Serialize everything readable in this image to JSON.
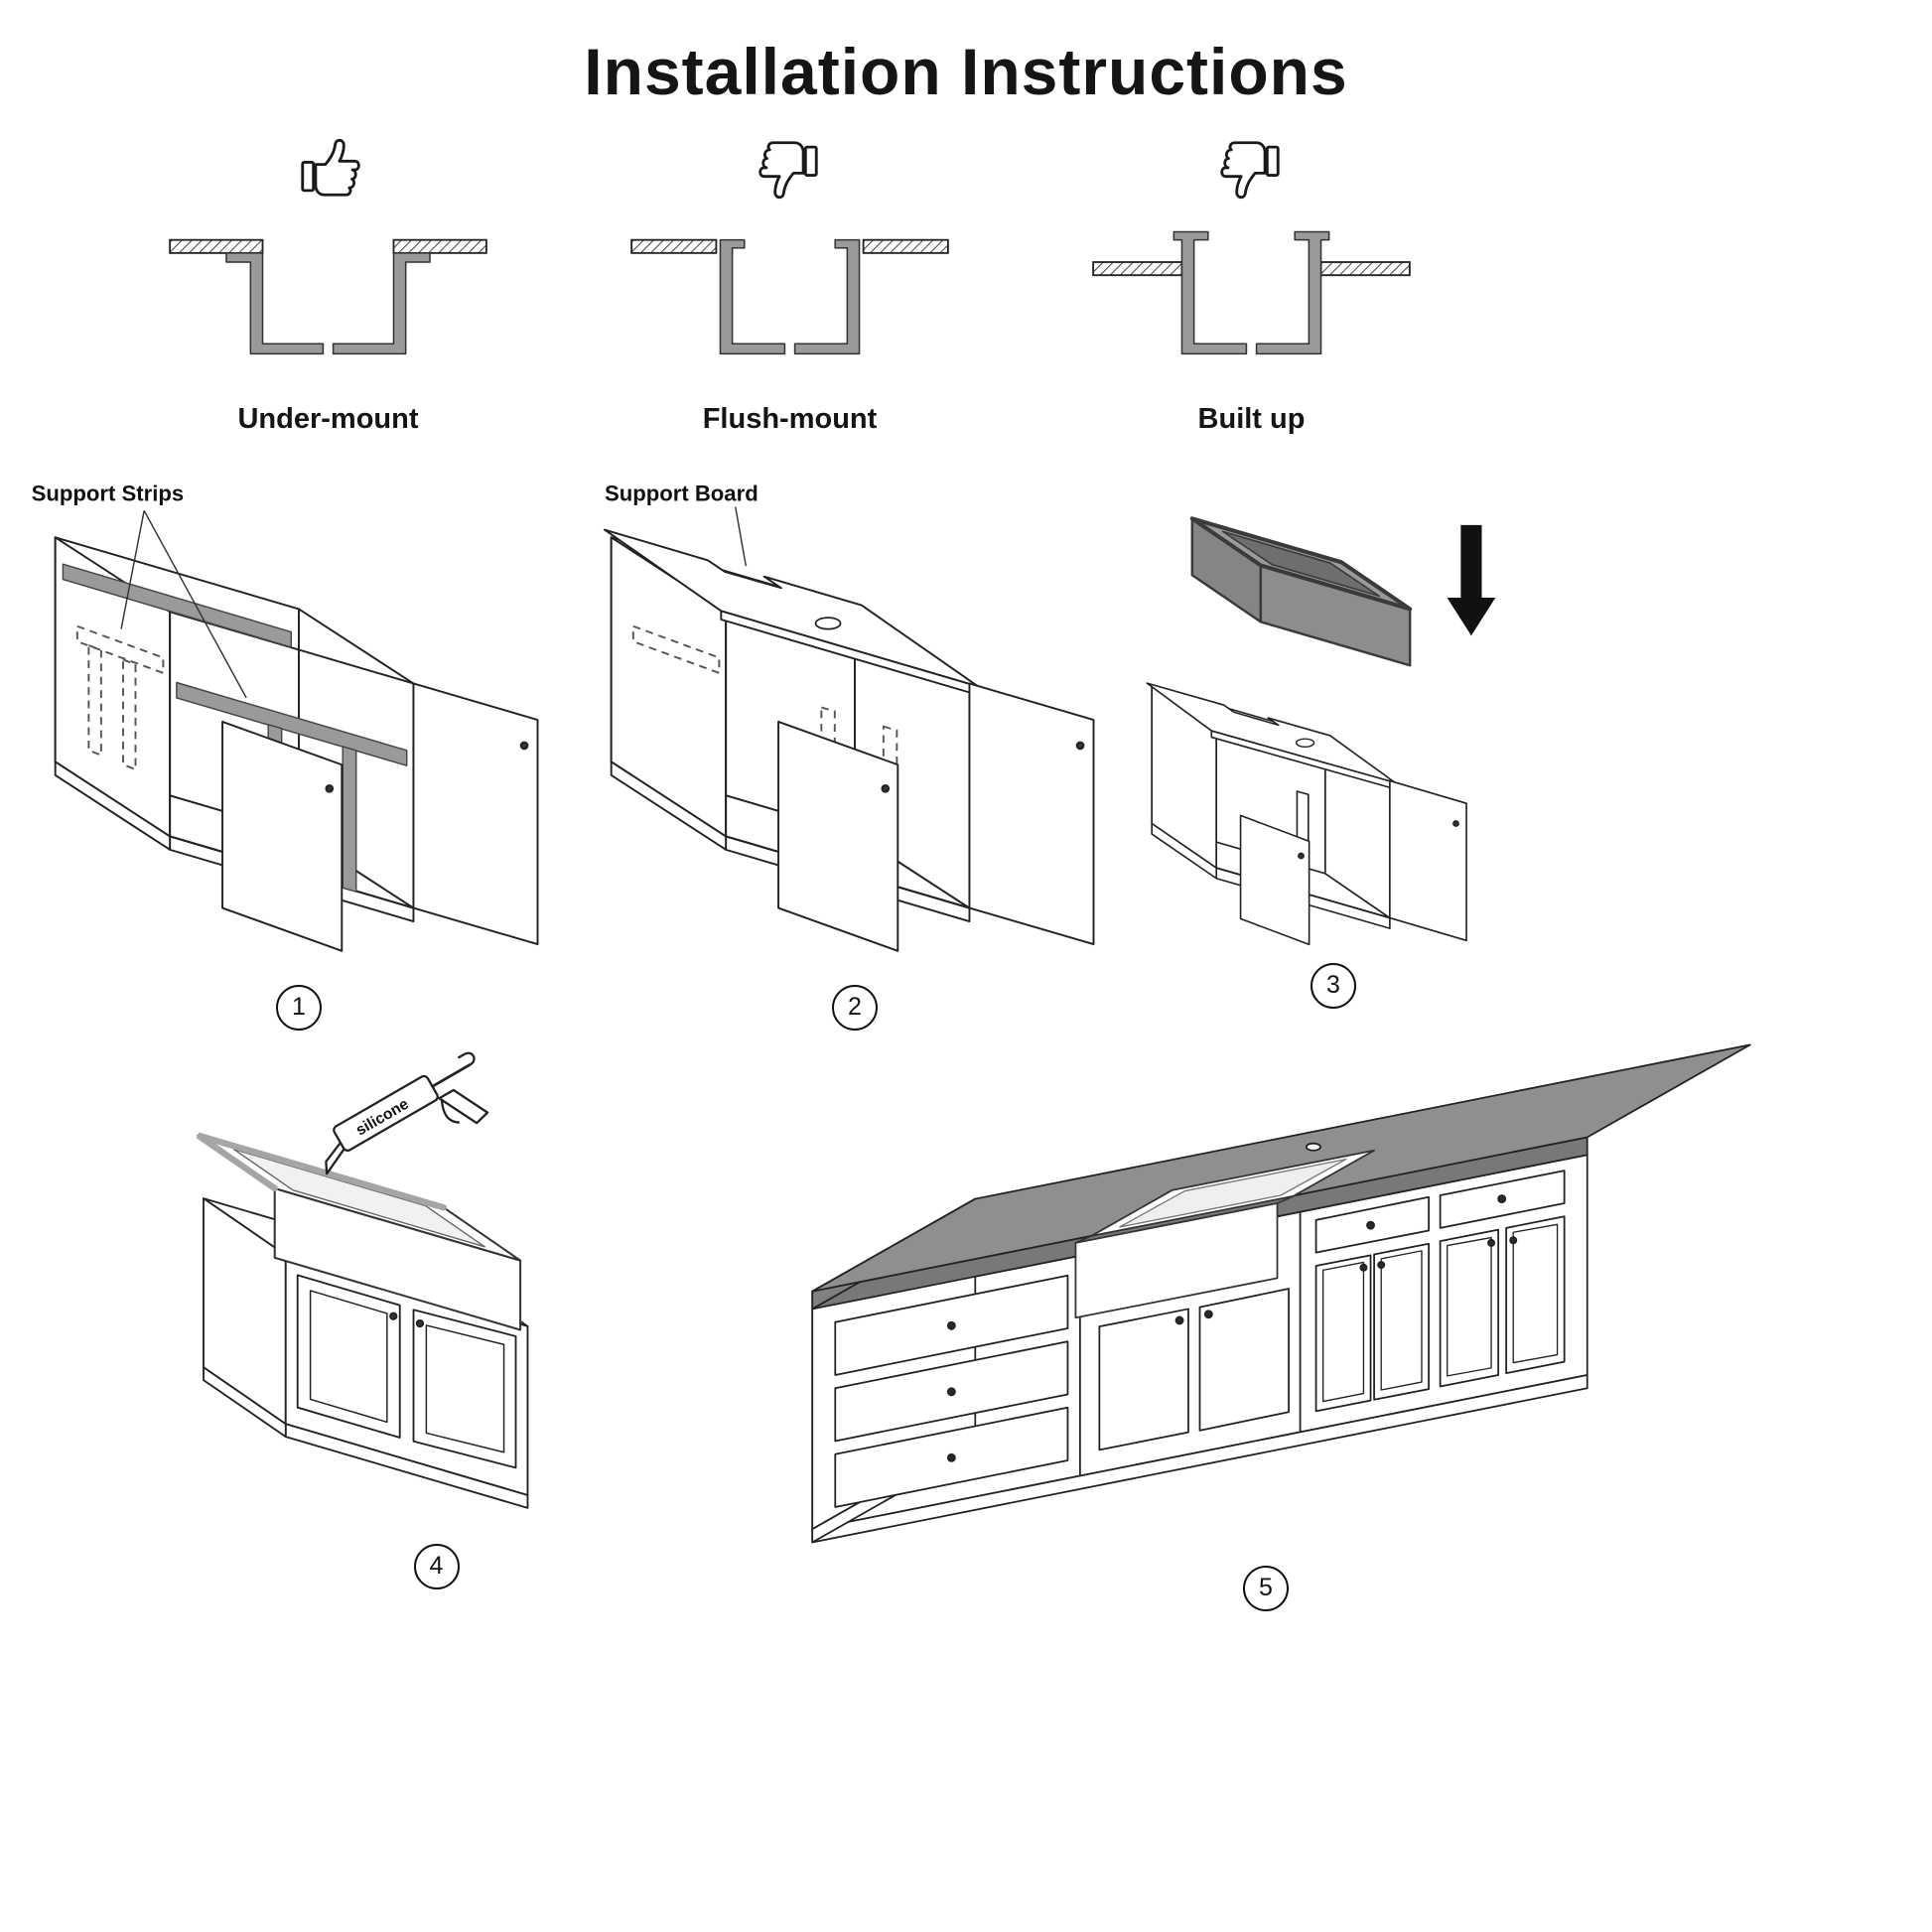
{
  "title": "Installation Instructions",
  "mounts": [
    {
      "label": "Under-mount",
      "icon": "thumbs-up",
      "verdict": "recommended"
    },
    {
      "label": "Flush-mount",
      "icon": "thumbs-down",
      "verdict": "not-recommended"
    },
    {
      "label": "Built up",
      "icon": "thumbs-down",
      "verdict": "not-recommended"
    }
  ],
  "steps": [
    {
      "number": "1",
      "annotation": "Support Strips"
    },
    {
      "number": "2",
      "annotation": "Support Board"
    },
    {
      "number": "3",
      "annotation": ""
    },
    {
      "number": "4",
      "annotation": "",
      "tool_label": "silicone"
    },
    {
      "number": "5",
      "annotation": ""
    }
  ],
  "colors": {
    "line": "#222222",
    "steel_gray": "#9a9a9a",
    "counter_gray": "#8f8f8f",
    "arrow": "#111111"
  }
}
